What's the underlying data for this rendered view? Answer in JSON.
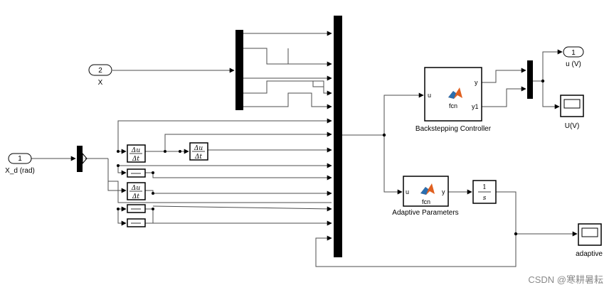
{
  "inports": [
    {
      "number": "2",
      "label": "X"
    },
    {
      "number": "1",
      "label": "X_d (rad)"
    }
  ],
  "outports": [
    {
      "number": "1",
      "label": "u (V)"
    }
  ],
  "scopes": [
    {
      "label": "U(V)"
    },
    {
      "label": "adaptive"
    }
  ],
  "derivative": {
    "numerator": "Δu",
    "denominator": "Δt"
  },
  "integrator": {
    "numerator": "1",
    "denominator": "s"
  },
  "functions": [
    {
      "name": "fcn",
      "label": "Backstepping Controller",
      "in_port": "u",
      "out_ports": [
        "y",
        "y1"
      ]
    },
    {
      "name": "fcn",
      "label": "Adaptive Parameters",
      "in_port": "u",
      "out_ports": [
        "y"
      ]
    }
  ],
  "watermark": "CSDN @寒耕暑耘"
}
